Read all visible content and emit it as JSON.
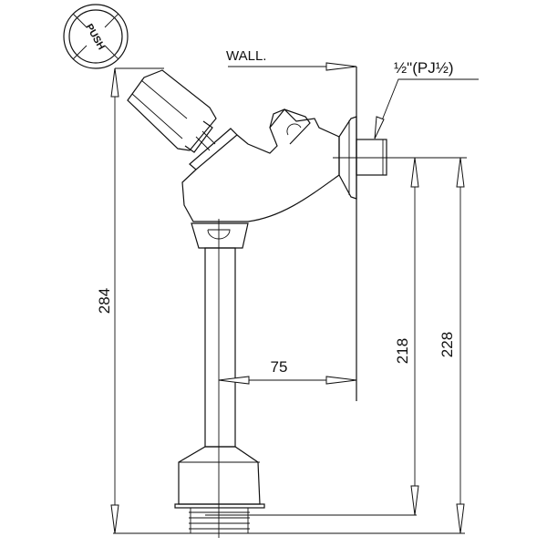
{
  "drawing": {
    "push_label": "PUSH",
    "wall_label": "WALL.",
    "thread_label": "½\"(PJ½)",
    "dimensions": {
      "overall_height": "284",
      "inlet_height_to_pipe_end": "218",
      "inlet_height_to_base": "228",
      "wall_to_center": "75"
    }
  }
}
